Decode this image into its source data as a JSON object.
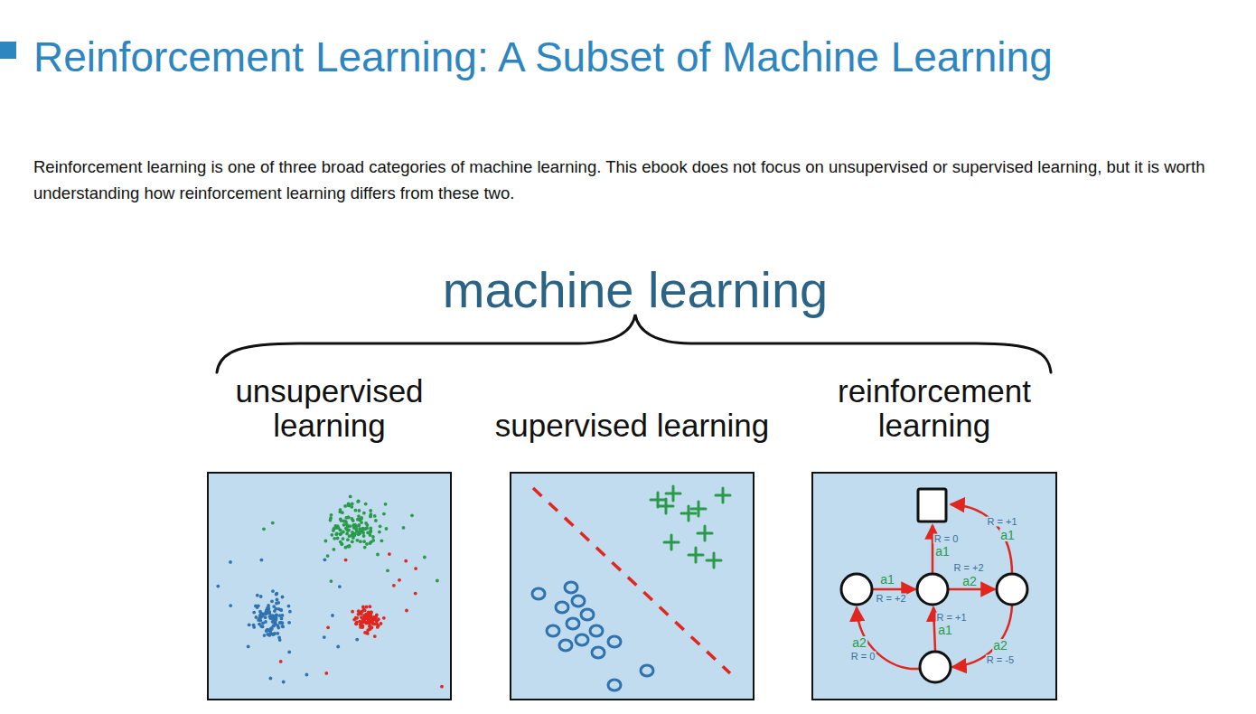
{
  "diagram": {
    "title": "Reinforcement Learning: A Subset of Machine Learning",
    "nodes": [
      {
        "text": [
          "unsupervised learning"
        ]
      },
      {
        "text": [
          "supervised learning"
        ]
      },
      {
        "text": [
          "reinforcement learning"
        ]
      }
    ],
    "labels": [
      "machine learning",
      "Reinforcement learning is one of three broad categories of machine learning. This ebook does not focus on unsupervised or supervised learning, but it is worth understanding how reinforcement learning differs from these two.",
      "R = +1",
      "a1",
      "R = 0",
      "a1",
      "R = +2",
      "a2",
      "a1",
      "R = +2",
      "R = +1",
      "a1",
      "a2",
      "R = 0",
      "a2",
      "R = -5"
    ]
  }
}
